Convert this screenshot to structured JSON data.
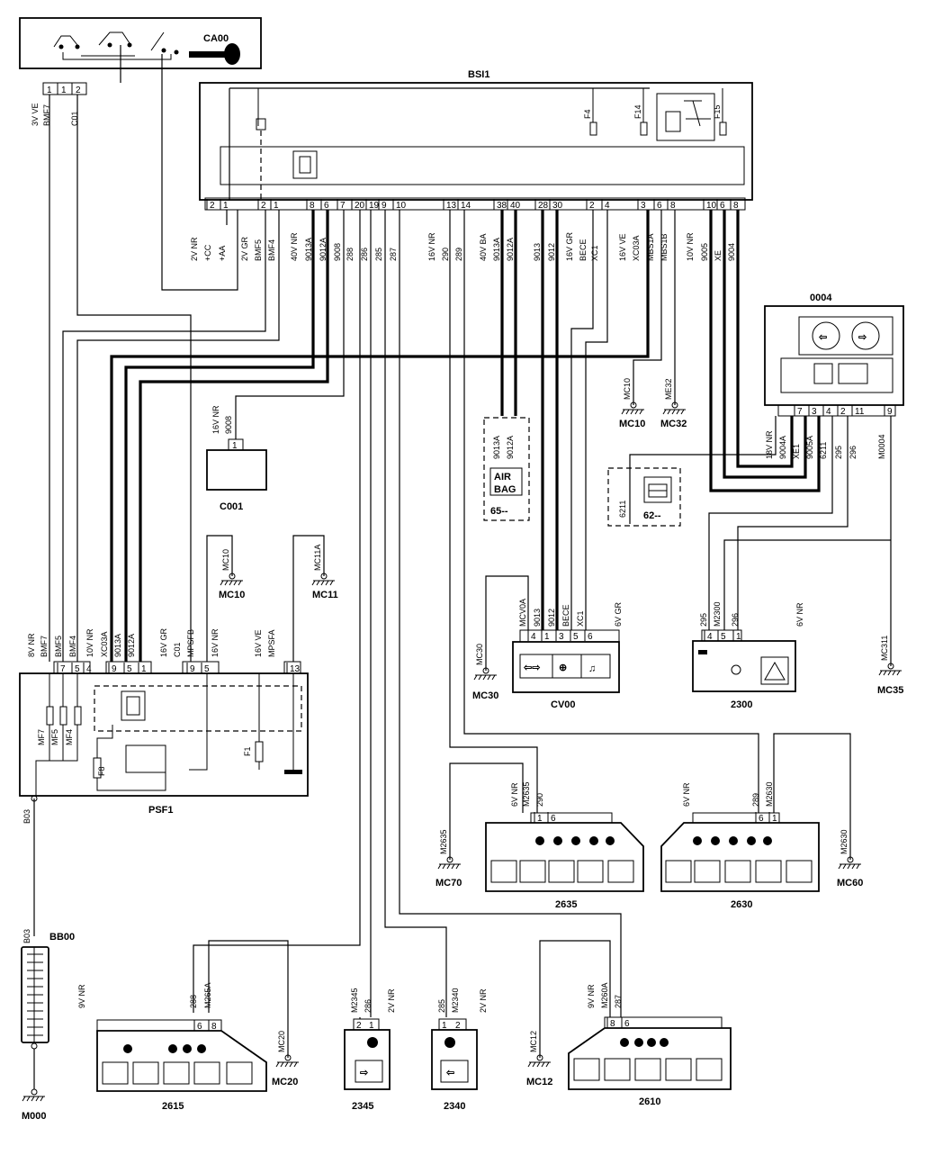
{
  "components": {
    "ca00": "CA00",
    "bsi1": "BSI1",
    "c001": "C001",
    "psf1": "PSF1",
    "bb00": "BB00",
    "m000": "M000",
    "cv00": "CV00",
    "c0004": "0004",
    "c2300": "2300",
    "c2635": "2635",
    "c2630": "2630",
    "c2615": "2615",
    "c2345": "2345",
    "c2340": "2340",
    "c2610": "2610",
    "airbag": "65--",
    "airbag_text": [
      "AIR",
      "BAG"
    ],
    "doorsw": "62--"
  },
  "grounds": {
    "mc10a": "MC10",
    "mc10b": "MC10",
    "mc32": "MC32",
    "mc11": "MC11",
    "mc30": "MC30",
    "mc35": "MC35",
    "mc70": "MC70",
    "mc60": "MC60",
    "mc20": "MC20",
    "mc12": "MC12",
    "v_mc10": "MC10",
    "v_mc32": "ME32",
    "v_mc10b": "MC10",
    "v_mc11": "MC11A",
    "v_mc30": "MC30",
    "v_mc35": "MC311",
    "v_mc70": "M2635",
    "v_mc60": "M2630",
    "v_mc20": "MC20",
    "v_mc12": "MC12"
  },
  "connectors": {
    "ca00_pins": [
      "1",
      "1",
      "2"
    ],
    "ca00_wires": [
      "3V VE",
      "BMF7",
      "C01"
    ],
    "bsi1_pins": [
      "2",
      "1",
      "2",
      "1",
      "8",
      "6",
      "7",
      "20",
      "19",
      "9",
      "10",
      "13",
      "14",
      "38",
      "40",
      "28",
      "30",
      "2",
      "4",
      "3",
      "6",
      "8",
      "10",
      "6",
      "8"
    ],
    "bsi1_wires": [
      "2V NR",
      "+CC",
      "+AA",
      "2V GR",
      "BMF5",
      "BMF4",
      "40V NR",
      "9013A",
      "9012A",
      "9008",
      "288",
      "286",
      "285",
      "287",
      "16V NR",
      "290",
      "289",
      "40V BA",
      "9013A",
      "9012A",
      "9013",
      "9012",
      "16V GR",
      "BECE",
      "XC1",
      "16V VE",
      "XC03A",
      "MBS1A",
      "MBS1B",
      "10V NR",
      "9005",
      "XE",
      "9004"
    ],
    "c001_pin": "1",
    "c001_wires": [
      "16V NR",
      "9008"
    ],
    "psf1_pins": [
      "7",
      "5",
      "4",
      "9",
      "5",
      "1",
      "9",
      "5",
      "13"
    ],
    "psf1_wires": [
      "8V NR",
      "BMF7",
      "BMF5",
      "BMF4",
      "10V NR",
      "XC03A",
      "9013A",
      "9012A",
      "16V GR",
      "C01",
      "MPSFB",
      "16V NR",
      "16V VE",
      "MPSFA"
    ],
    "psf1_fuses": [
      "MF7",
      "MF5",
      "MF4",
      "F8",
      "F1"
    ],
    "bb00_wire": "B03",
    "bb00_wire2": "B03",
    "airbag_wires": [
      "9013A",
      "9012A"
    ],
    "cv00_pins": [
      "4",
      "1",
      "3",
      "5",
      "6"
    ],
    "cv00_wires": [
      "MCV0A",
      "9013",
      "9012",
      "BECE",
      "XC1",
      "6V GR"
    ],
    "c0004_pins": [
      "7",
      "3",
      "4",
      "2",
      "11",
      "9"
    ],
    "c0004_wires": [
      "18V NR",
      "9004A",
      "XE1",
      "9005A",
      "6211",
      "295",
      "296",
      "M0004"
    ],
    "doorsw_wire": "6211",
    "c2300_pins": [
      "4",
      "5",
      "1"
    ],
    "c2300_wires": [
      "295",
      "M2300",
      "296",
      "6V NR"
    ],
    "c2635_pins": [
      "1",
      "6"
    ],
    "c2635_wires": [
      "6V NR",
      "M2635",
      "290"
    ],
    "c2630_pins": [
      "6",
      "1"
    ],
    "c2630_wires": [
      "6V NR",
      "289",
      "M2630"
    ],
    "c2615_pins": [
      "6",
      "8"
    ],
    "c2615_wires": [
      "9V NR",
      "288",
      "M265A"
    ],
    "c2345_pins": [
      "2",
      "1"
    ],
    "c2345_wires": [
      "M2345",
      "286",
      "2V NR"
    ],
    "c2340_pins": [
      "1",
      "2"
    ],
    "c2340_wires": [
      "285",
      "M2340",
      "2V NR"
    ],
    "c2610_pins": [
      "8",
      "6"
    ],
    "c2610_wires": [
      "9V NR",
      "M260A",
      "287"
    ],
    "bsi_fuses": [
      "F4",
      "F14",
      "F15"
    ]
  }
}
